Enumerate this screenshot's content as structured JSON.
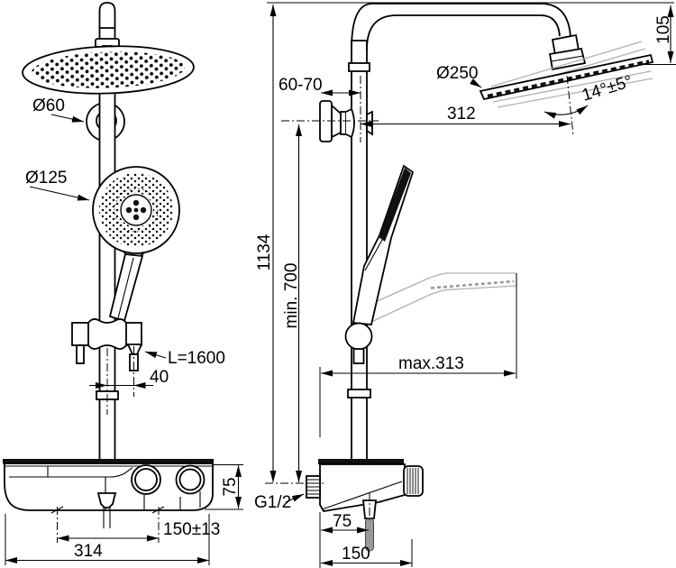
{
  "drawing": {
    "type": "technical-drawing",
    "subject": "shower-system-with-rain-head-hand-shower-and-mixer",
    "views": [
      "front",
      "side"
    ]
  },
  "labels": {
    "front": {
      "dia_wall_bracket": "Ø60",
      "dia_hand_shower": "Ø125",
      "hose_length": "L=1600",
      "hose_offset": "40",
      "body_height": "75",
      "inlet_spacing": "150±13",
      "body_width": "314"
    },
    "side": {
      "bracket_depth": "60-70",
      "dia_head": "Ø250",
      "head_reach": "312",
      "head_angle": "14°±5°",
      "head_drop": "105",
      "column_height": "1134",
      "min_mount_height": "min. 700",
      "max_hand_reach": "max.313",
      "thread": "G1/2",
      "outlet_depth": "75",
      "body_depth": "150"
    }
  },
  "colors": {
    "line": "#000000",
    "ghost": "#b0b0b0",
    "ghost_face": "#9a9a9a",
    "hose_fill": "#999999",
    "background": "#ffffff"
  }
}
